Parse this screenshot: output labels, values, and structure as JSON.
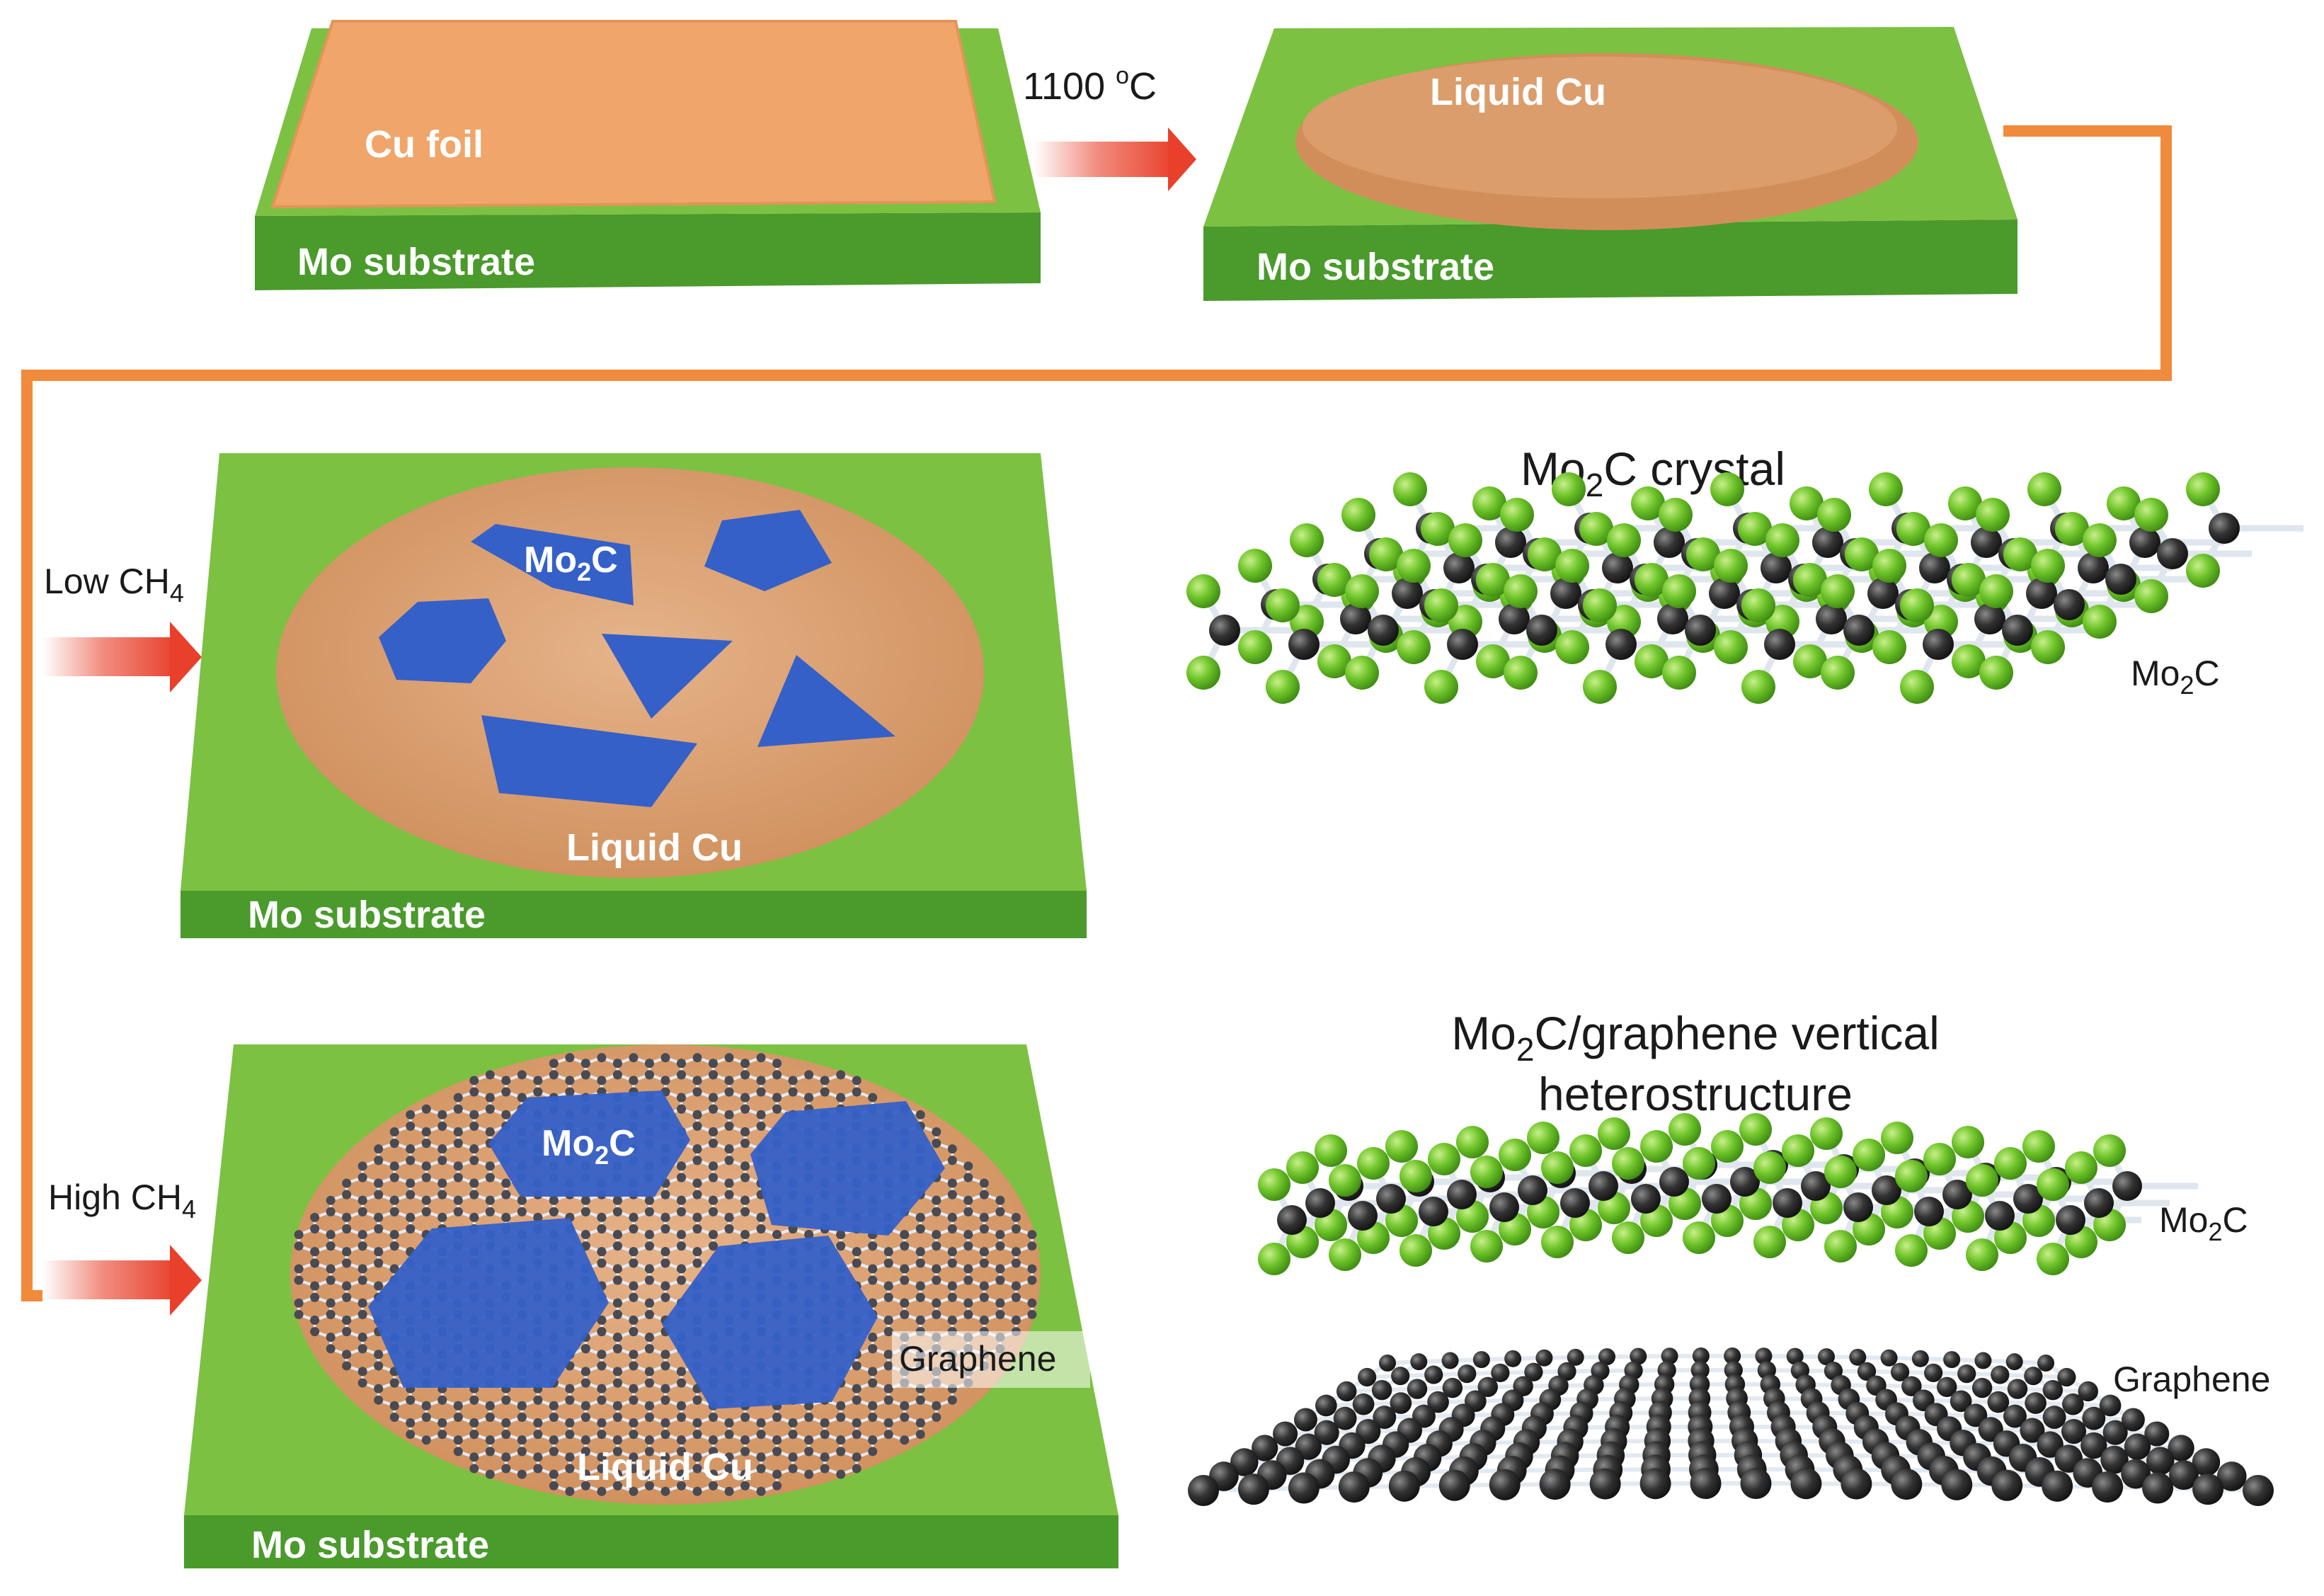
{
  "panels": {
    "cu_foil": {
      "foil_label": "Cu foil",
      "substrate_label": "Mo substrate"
    },
    "liquid_cu": {
      "liquid_label": "Liquid Cu",
      "substrate_label": "Mo substrate"
    },
    "low_ch4": {
      "flake_label": "Mo",
      "flake_sub": "2",
      "flake_suffix": "C",
      "liquid_label": "Liquid Cu",
      "substrate_label": "Mo substrate"
    },
    "high_ch4": {
      "flake_label": "Mo",
      "flake_sub": "2",
      "flake_suffix": "C",
      "graphene_label": "Graphene",
      "liquid_label": "Liquid Cu",
      "substrate_label": "Mo substrate"
    }
  },
  "arrows": {
    "heat": {
      "text": "1100 ",
      "sup": "o",
      "suffix": "C"
    },
    "low": {
      "text": "Low CH",
      "sub": "4"
    },
    "high": {
      "text": "High CH",
      "sub": "4"
    }
  },
  "crystal": {
    "title": {
      "a": "Mo",
      "sub": "2",
      "b": "C crystal"
    },
    "side_label": {
      "a": "Mo",
      "sub": "2",
      "b": "C"
    }
  },
  "hetero": {
    "title1": {
      "a": "Mo",
      "sub": "2",
      "b": "C/graphene vertical"
    },
    "title2": "heterostructure",
    "mo2c_label": {
      "a": "Mo",
      "sub": "2",
      "b": "C"
    },
    "graphene_label": "Graphene"
  },
  "colors": {
    "substrate_top": "#7cc142",
    "substrate_side": "#4a9a2c",
    "cu_foil": "#f0a56a",
    "liquid_cu": "#d9935e",
    "liquid_cu_light": "#e8b48a",
    "mo2c_flake": "#3560c8",
    "flow_line": "#f08a3c",
    "arrow": "#e8402a",
    "mo_atom": "#6fc42a",
    "c_atom": "#333333"
  }
}
